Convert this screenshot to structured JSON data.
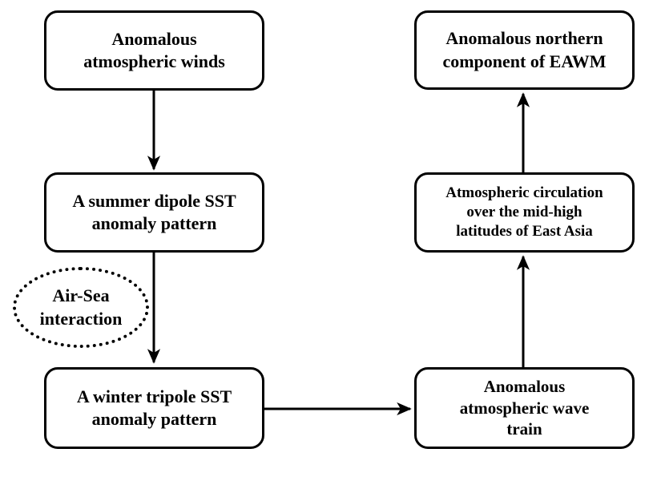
{
  "diagram": {
    "type": "flowchart",
    "colors": {
      "background": "#ffffff",
      "stroke": "#000000",
      "text": "#000000"
    },
    "nodes": {
      "anomalous_winds": {
        "label": [
          "Anomalous",
          "atmospheric winds"
        ]
      },
      "summer_dipole": {
        "label": [
          "A summer dipole SST",
          "anomaly pattern"
        ]
      },
      "air_sea": {
        "label": [
          "Air-Sea",
          "interaction"
        ],
        "shape": "dotted-ellipse"
      },
      "winter_tripole": {
        "label": [
          "A winter tripole SST",
          "anomaly pattern"
        ]
      },
      "wave_train": {
        "label": [
          "Anomalous",
          "atmospheric wave",
          "train"
        ]
      },
      "circulation": {
        "label": [
          "Atmospheric circulation",
          "over the mid-high",
          "latitudes of East Asia"
        ]
      },
      "eawm": {
        "label": [
          "Anomalous northern",
          "component of EAWM"
        ]
      }
    },
    "connections": [
      {
        "from": "anomalous_winds",
        "to": "summer_dipole",
        "direction": "down"
      },
      {
        "from": "summer_dipole",
        "to": "winter_tripole",
        "direction": "down",
        "annotated_by": "air_sea"
      },
      {
        "from": "winter_tripole",
        "to": "wave_train",
        "direction": "right"
      },
      {
        "from": "wave_train",
        "to": "circulation",
        "direction": "up"
      },
      {
        "from": "circulation",
        "to": "eawm",
        "direction": "up"
      }
    ]
  }
}
